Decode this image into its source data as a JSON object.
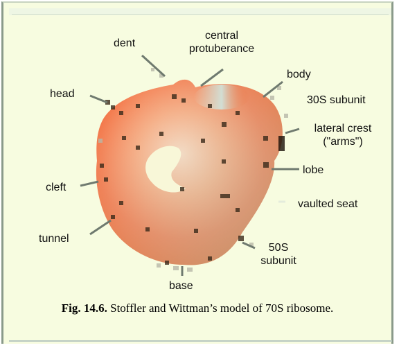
{
  "labels": {
    "dent": "dent",
    "central_protuberance": "central\nprotuberance",
    "body": "body",
    "head": "head",
    "subunit_30s": "30S subunit",
    "lateral_crest": "lateral crest\n(\"arms\")",
    "lobe": "lobe",
    "cleft": "cleft",
    "vaulted_seat": "vaulted seat",
    "tunnel": "tunnel",
    "subunit_50s": "50S\nsubunit",
    "base": "base"
  },
  "caption": {
    "prefix": "Fig. 14.6.",
    "text": " Stoffler and Wittman’s model of 70S ribosome."
  },
  "colors": {
    "background": "#f7fce0",
    "ribosome_orange": "#f26a2e",
    "ribosome_light": "#f8c9a8",
    "ribosome_teal": "#a8dccd"
  }
}
